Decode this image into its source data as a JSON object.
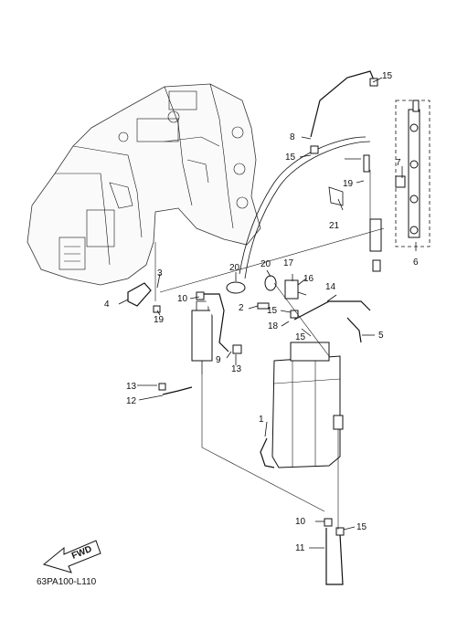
{
  "callouts": [
    {
      "key": "c1",
      "text": "1"
    },
    {
      "key": "c2",
      "text": "2"
    },
    {
      "key": "c3",
      "text": "3"
    },
    {
      "key": "c4",
      "text": "4"
    },
    {
      "key": "c5",
      "text": "5"
    },
    {
      "key": "c6",
      "text": "6"
    },
    {
      "key": "c7",
      "text": "7"
    },
    {
      "key": "c8",
      "text": "8"
    },
    {
      "key": "c9",
      "text": "9"
    },
    {
      "key": "c10a",
      "text": "10"
    },
    {
      "key": "c10b",
      "text": "10"
    },
    {
      "key": "c11",
      "text": "11"
    },
    {
      "key": "c12",
      "text": "12"
    },
    {
      "key": "c13a",
      "text": "13"
    },
    {
      "key": "c13b",
      "text": "13"
    },
    {
      "key": "c14",
      "text": "14"
    },
    {
      "key": "c15a",
      "text": "15"
    },
    {
      "key": "c15b",
      "text": "15"
    },
    {
      "key": "c15c",
      "text": "15"
    },
    {
      "key": "c15d",
      "text": "15"
    },
    {
      "key": "c15e",
      "text": "15"
    },
    {
      "key": "c16",
      "text": "16"
    },
    {
      "key": "c17",
      "text": "17"
    },
    {
      "key": "c18",
      "text": "18"
    },
    {
      "key": "c19a",
      "text": "19"
    },
    {
      "key": "c19b",
      "text": "19"
    },
    {
      "key": "c20a",
      "text": "20"
    },
    {
      "key": "c20b",
      "text": "20"
    },
    {
      "key": "c21",
      "text": "21"
    }
  ],
  "fwd_label": "FWD",
  "diagram_code": "63PA100-L110"
}
